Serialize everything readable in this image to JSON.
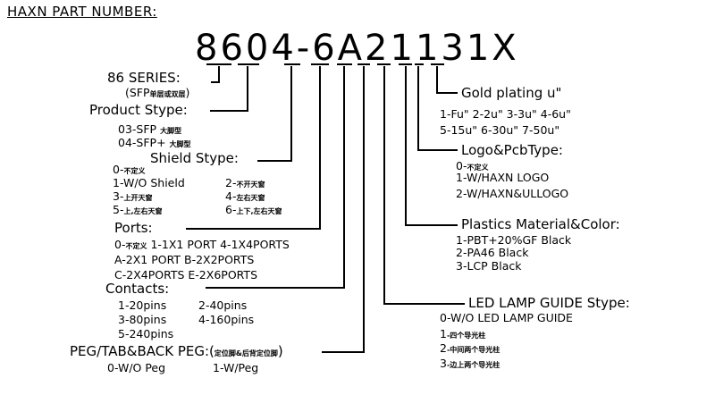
{
  "title": "HAXN PART NUMBER:",
  "part_number": "8604-6A21131X",
  "series": {
    "heading": "86 SERIES:",
    "sub_prefix": "(SFP",
    "sub_cn": "单层或双层",
    "sub_suffix": ")"
  },
  "product_type": {
    "heading": "Product Stype:",
    "items": [
      {
        "code": "03-SFP",
        "cn": "大脚型"
      },
      {
        "code": "04-SFP+",
        "cn": "大脚型"
      }
    ]
  },
  "shield_type": {
    "heading": "Shield Stype:",
    "items": [
      {
        "code": "0-",
        "cn": "不定义",
        "text": ""
      },
      {
        "code": "1-W/O Shield",
        "cn": "",
        "text": ""
      },
      {
        "code": "2-",
        "cn": "不开天窗",
        "text": ""
      },
      {
        "code": "3-",
        "cn": "上开天窗",
        "text": ""
      },
      {
        "code": "4-",
        "cn": "左右天窗",
        "text": ""
      },
      {
        "code": "5-",
        "cn": "上,左右天窗",
        "text": ""
      },
      {
        "code": "6-",
        "cn": "上下,左右天窗",
        "text": ""
      }
    ]
  },
  "ports": {
    "heading": "Ports:",
    "line1_code": "0-",
    "line1_cn": "不定义",
    "line1_rest": " 1-1X1  PORT  4-1X4PORTS",
    "line2": "A-2X1  PORT  B-2X2PORTS",
    "line3": "C-2X4PORTS  E-2X6PORTS"
  },
  "contacts": {
    "heading": "Contacts:",
    "items": [
      "1-20pins",
      "2-40pins",
      "3-80pins",
      "4-160pins",
      "5-240pins"
    ]
  },
  "peg": {
    "heading_prefix": "PEG/TAB&BACK  PEG:(",
    "heading_cn": "定位脚&后背定位脚",
    "heading_suffix": ")",
    "items": [
      "0-W/O  Peg",
      "1-W/Peg"
    ]
  },
  "gold": {
    "heading": "Gold  plating  u\"",
    "line1": "1-Fu\"  2-2u\"  3-3u\"  4-6u\"",
    "line2": "5-15u\"  6-30u\"  7-50u\""
  },
  "logo": {
    "heading": "Logo&PcbType:",
    "item0_code": "0-",
    "item0_cn": "不定义",
    "item1": "1-W/HAXN  LOGO",
    "item2": "2-W/HAXN&ULLOGO"
  },
  "plastics": {
    "heading": "Plastics  Material&Color:",
    "items": [
      "1-PBT+20%GF  Black",
      "2-PA46  Black",
      "3-LCP  Black"
    ]
  },
  "led": {
    "heading": "LED  LAMP  GUIDE  Stype:",
    "item0": "0-W/O  LED  LAMP  GUIDE",
    "items": [
      {
        "code": "1",
        "cn": "-四个导光柱"
      },
      {
        "code": "2",
        "cn": "-中间两个导光柱"
      },
      {
        "code": "3",
        "cn": "-边上两个导光柱"
      }
    ]
  }
}
